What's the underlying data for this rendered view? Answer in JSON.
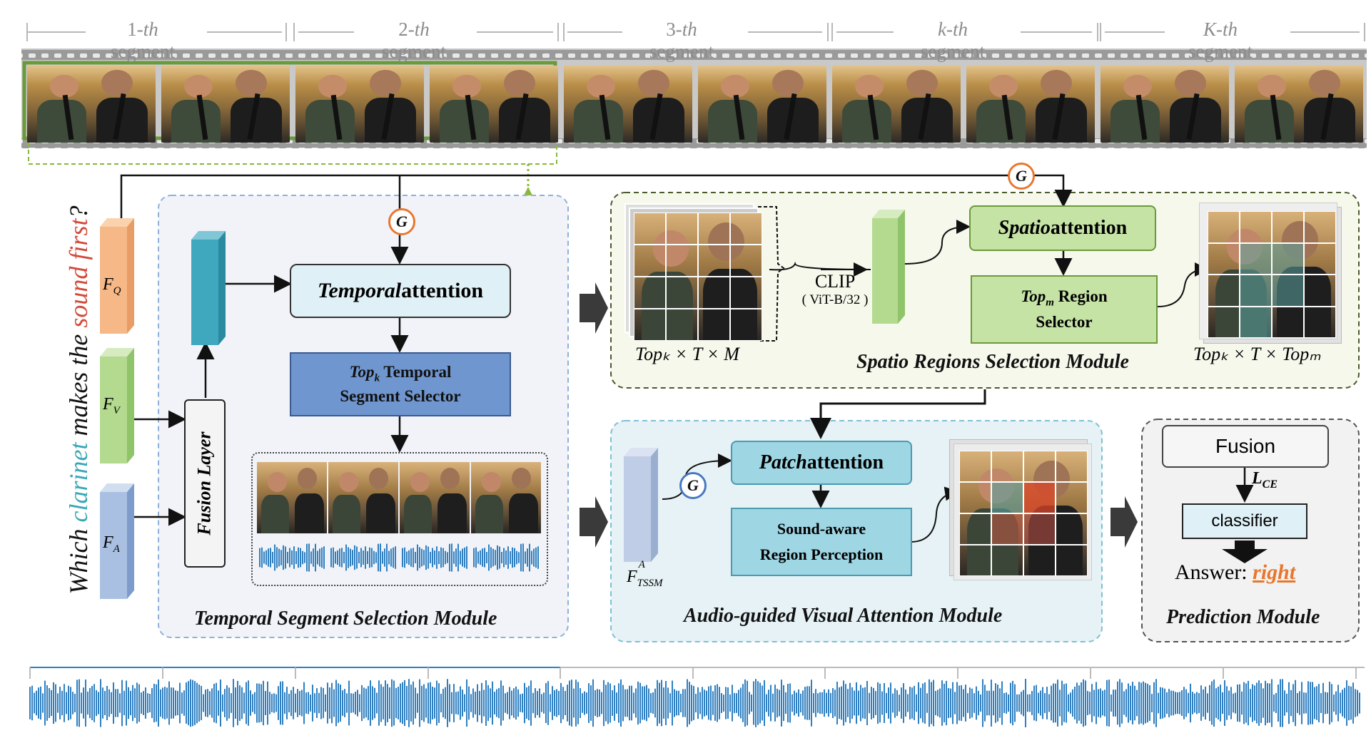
{
  "segments": [
    {
      "num": "1-",
      "it": "th",
      "rest": " segment"
    },
    {
      "num": "2-",
      "it": "th",
      "rest": " segment"
    },
    {
      "num": "3-",
      "it": "th",
      "rest": " segment"
    },
    {
      "num": "k-th",
      "it": "",
      "rest": " segment"
    },
    {
      "num": "K-th",
      "it": "",
      "rest": " segment"
    }
  ],
  "question": {
    "p1": "Which ",
    "p2": "clarinet",
    "p3": " makes the ",
    "p4": "sound first",
    "p5": "?"
  },
  "features": {
    "fq": "F",
    "fq_sub": "Q",
    "fv": "F",
    "fv_sub": "V",
    "fa": "F",
    "fa_sub": "A"
  },
  "g_label": "G",
  "temporal": {
    "fusion_layer": "Fusion Layer",
    "attention_it": "Temporal",
    "attention_rest": " attention",
    "selector_top": "Top",
    "selector_sub": "k",
    "selector_line1": " Temporal",
    "selector_line2": "Segment Selector",
    "title": "Temporal Segment Selection Module"
  },
  "spatio": {
    "clip": "CLIP",
    "clip_sub": "( ViT-B/32 )",
    "attention_it": "Spatio",
    "attention_rest": " attention",
    "selector_top": "Top",
    "selector_sub": "m",
    "selector_line1": " Region",
    "selector_line2": "Selector",
    "left_formula": "Topₖ × T × M",
    "right_formula": "Topₖ × T × Topₘ",
    "title": "Spatio Regions Selection Module"
  },
  "audio": {
    "feat_label": "F",
    "feat_sup": "A",
    "feat_sub": "TSSM",
    "attention_it": "Patch",
    "attention_rest": " attention",
    "perception_line1": "Sound-aware",
    "perception_line2": "Region Perception",
    "title": "Audio-guided Visual Attention Module"
  },
  "prediction": {
    "fusion": "Fusion",
    "loss": "L",
    "loss_sub": "CE",
    "classifier": "classifier",
    "answer_label": "Answer: ",
    "answer_value": "right",
    "title": "Prediction Module"
  },
  "colors": {
    "film_green": "#6a9a3a",
    "temporal_bg": "#f1f3f8",
    "spatio_bg": "#f6f8ec",
    "audio_bg": "#e6f2f6",
    "prediction_bg": "#f2f2f2",
    "selector_blue": "#6f96cf",
    "attention_light": "#dff0f6",
    "green_box": "#c6e3a6",
    "teal_box": "#9fd6e4",
    "answer_orange": "#e8772e",
    "question_teal": "#3aa8b8",
    "question_red": "#d24a3a",
    "question_green": "#8ab83a",
    "waveform": "#2f7fc0"
  }
}
